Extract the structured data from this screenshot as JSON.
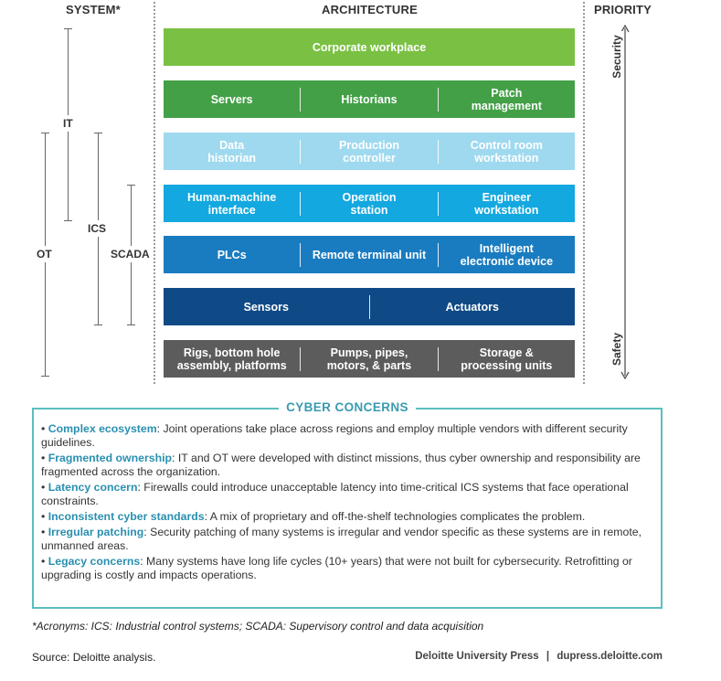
{
  "headers": {
    "system": "SYSTEM*",
    "architecture": "ARCHITECTURE",
    "priority": "PRIORITY"
  },
  "layers": [
    {
      "color": "#7ac143",
      "cells": [
        "Corporate workplace"
      ]
    },
    {
      "color": "#43a047",
      "cells": [
        "Servers",
        "Historians",
        "Patch\nmanagement"
      ]
    },
    {
      "color": "#9fd9ef",
      "cells": [
        "Data\nhistorian",
        "Production\ncontroller",
        "Control room\nworkstation"
      ]
    },
    {
      "color": "#13a8e0",
      "cells": [
        "Human-machine\ninterface",
        "Operation\nstation",
        "Engineer\nworkstation"
      ]
    },
    {
      "color": "#1a7cc0",
      "cells": [
        "PLCs",
        "Remote terminal unit",
        "Intelligent\nelectronic device"
      ]
    },
    {
      "color": "#0f4a86",
      "cells": [
        "Sensors",
        "Actuators"
      ]
    },
    {
      "color": "#5c5c5c",
      "cells": [
        "Rigs, bottom hole\nassembly, platforms",
        "Pumps, pipes,\nmotors, & parts",
        "Storage &\nprocessing units"
      ]
    }
  ],
  "systems": {
    "it": "IT",
    "ics": "ICS",
    "ot": "OT",
    "scada": "SCADA"
  },
  "priority": {
    "top": "Security",
    "bottom": "Safety"
  },
  "concerns": {
    "title": "CYBER CONCERNS",
    "items": [
      {
        "head": "Complex ecosystem",
        "text": ": Joint operations take place across regions and employ multiple vendors with different security guidelines."
      },
      {
        "head": "Fragmented ownership",
        "text": ": IT and OT were developed with distinct missions, thus cyber ownership and responsibility are fragmented across the organization."
      },
      {
        "head": "Latency concern",
        "text": ": Firewalls could introduce unacceptable latency into time-critical ICS systems that face operational constraints."
      },
      {
        "head": "Inconsistent cyber standards",
        "text": ": A mix of proprietary and off-the-shelf technologies complicates the problem."
      },
      {
        "head": "Irregular patching",
        "text": ": Security patching of many systems is irregular and vendor specific as these systems are in remote, unmanned areas."
      },
      {
        "head": "Legacy concerns",
        "text": ": Many systems have long life cycles (10+ years) that were not built for cybersecurity. Retrofitting or upgrading is costly and impacts operations."
      }
    ]
  },
  "footnote": "*Acronyms: ICS: Industrial control systems; SCADA: Supervisory control and data acquisition",
  "source": "Source: Deloitte analysis.",
  "credit_brand": "Deloitte University Press",
  "credit_sep": "|",
  "credit_url": "dupress.deloitte.com"
}
